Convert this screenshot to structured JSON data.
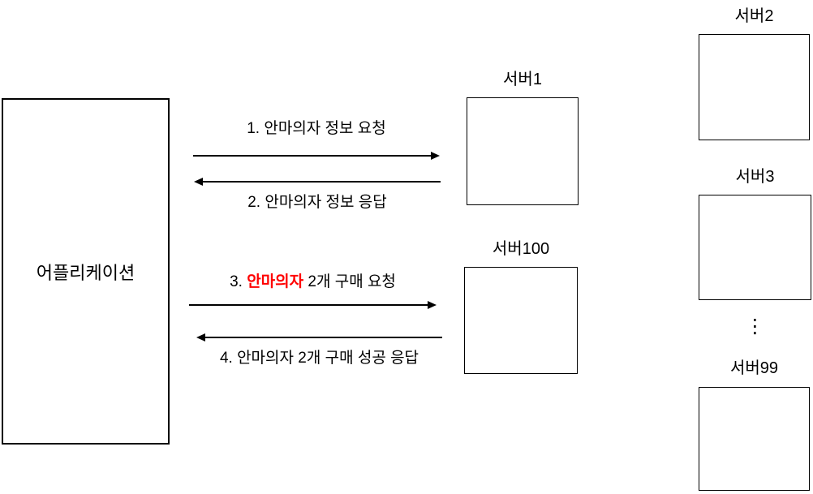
{
  "application": {
    "label": "어플리케이션"
  },
  "servers": {
    "server1": {
      "label": "서버1"
    },
    "server100": {
      "label": "서버100"
    },
    "server2": {
      "label": "서버2"
    },
    "server3": {
      "label": "서버3"
    },
    "server99": {
      "label": "서버99"
    },
    "ellipsis": "⋮"
  },
  "messages": {
    "m1": {
      "text": "1. 안마의자 정보 요청",
      "direction": "right"
    },
    "m2": {
      "text": "2. 안마의자 정보 응답",
      "direction": "left"
    },
    "m3": {
      "prefix": "3. ",
      "highlight": "안마의자",
      "suffix": " 2개 구매 요청",
      "direction": "right"
    },
    "m4": {
      "text": "4. 안마의자 2개 구매 성공 응답",
      "direction": "left"
    }
  },
  "colors": {
    "stroke": "#000000",
    "highlight": "#FF0000",
    "bg": "#FFFFFF"
  }
}
